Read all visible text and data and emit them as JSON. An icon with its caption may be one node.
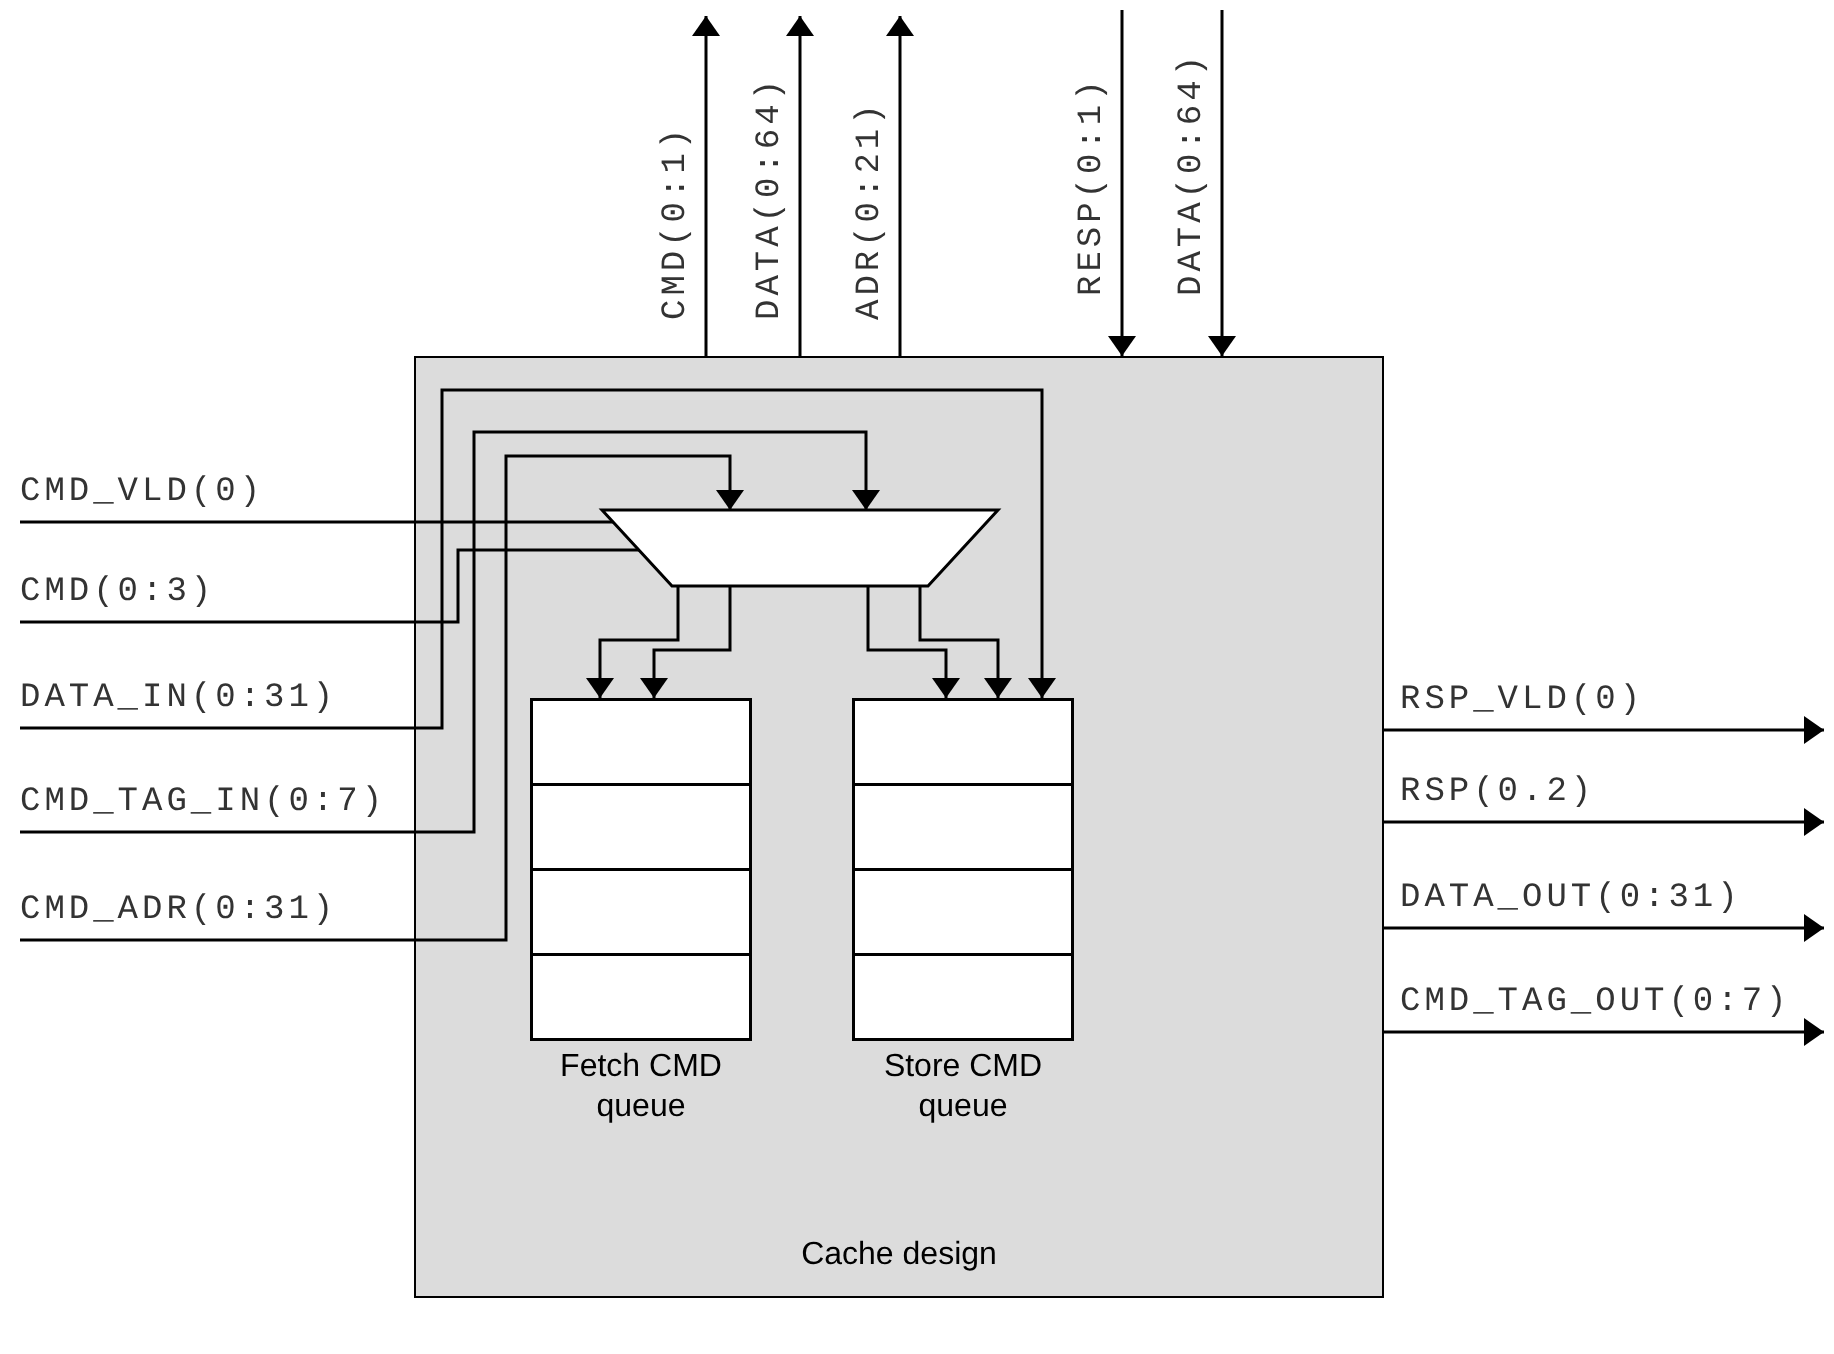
{
  "diagram": {
    "nodes": [
      {
        "text": [
          "Cache design"
        ]
      },
      {
        "text": [],
        "shape": "trapezoid",
        "in": 0
      },
      {
        "text": [
          "Fetch CMD queue"
        ],
        "in": 0
      },
      {
        "text": [
          "Store CMD queue"
        ],
        "in": 0
      }
    ],
    "edges": [
      {
        "from": null,
        "to": 1,
        "arrow": "none",
        "label": "CMD_VLD(0)"
      },
      {
        "from": null,
        "to": 1,
        "arrow": "none",
        "label": "CMD(0:3)"
      },
      {
        "from": null,
        "to": 3,
        "arrow": "to",
        "label": "DATA_IN(0:31)"
      },
      {
        "from": null,
        "to": 1,
        "arrow": "to",
        "label": "CMD_TAG_IN(0:7)"
      },
      {
        "from": null,
        "to": 1,
        "arrow": "to",
        "label": "CMD_ADR(0:31)"
      },
      {
        "from": 1,
        "to": 2,
        "arrow": "to"
      },
      {
        "from": 1,
        "to": 2,
        "arrow": "to"
      },
      {
        "from": 1,
        "to": 3,
        "arrow": "to"
      },
      {
        "from": 1,
        "to": 3,
        "arrow": "to"
      },
      {
        "from": 0,
        "to": null,
        "arrow": "to",
        "label": "CMD(0:1)"
      },
      {
        "from": 0,
        "to": null,
        "arrow": "to",
        "label": "DATA(0:64)"
      },
      {
        "from": 0,
        "to": null,
        "arrow": "to",
        "label": "ADR(0:21)"
      },
      {
        "from": null,
        "to": 0,
        "arrow": "to",
        "label": "RESP(0:1)"
      },
      {
        "from": null,
        "to": 0,
        "arrow": "to",
        "label": "DATA(0:64)"
      },
      {
        "from": 0,
        "to": null,
        "arrow": "to",
        "label": "RSP_VLD(0)"
      },
      {
        "from": 0,
        "to": null,
        "arrow": "to",
        "label": "RSP(0.2)"
      },
      {
        "from": 0,
        "to": null,
        "arrow": "to",
        "label": "DATA_OUT(0:31)"
      },
      {
        "from": 0,
        "to": null,
        "arrow": "to",
        "label": "CMD_TAG_OUT(0:7)"
      }
    ]
  }
}
